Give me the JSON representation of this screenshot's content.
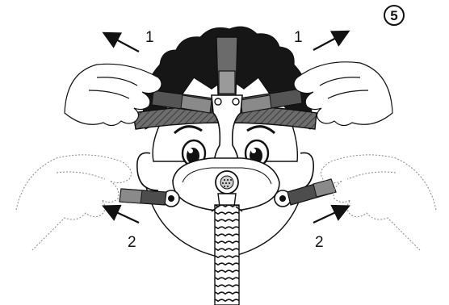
{
  "step_badge": "5",
  "labels": {
    "top_left": "1",
    "top_right": "1",
    "bottom_left": "2",
    "bottom_right": "2"
  },
  "arrows": {
    "top_left": "arrow-up-left",
    "top_right": "arrow-up-right",
    "bottom_left": "arrow-up-left",
    "bottom_right": "arrow-up-right"
  },
  "colors": {
    "line": "#111111",
    "strap_dark": "#4a4a4a",
    "strap_mid": "#7a7a7a",
    "strap_light": "#9a9a9a",
    "hair": "#151515",
    "skin": "#ffffff"
  }
}
